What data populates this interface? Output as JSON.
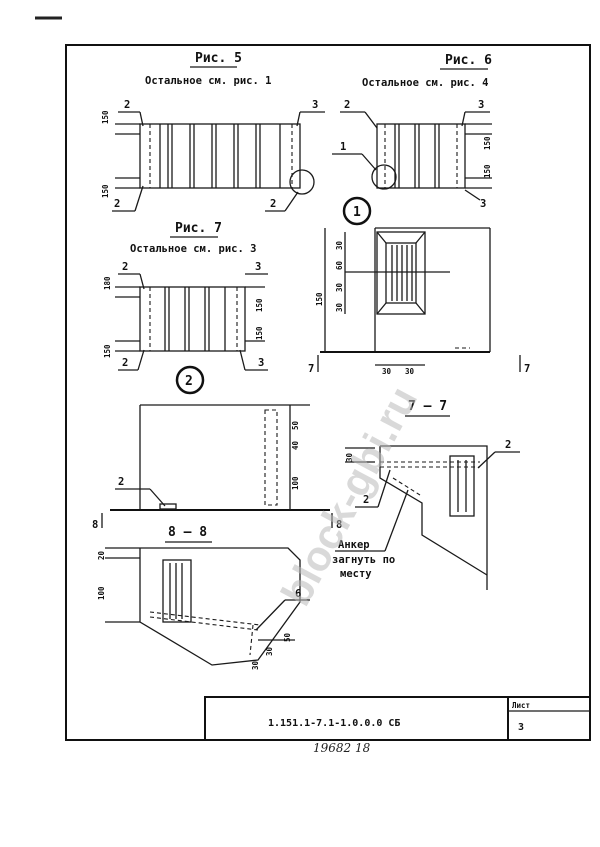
{
  "figures": {
    "fig5": {
      "title": "Рис. 5",
      "subtitle": "Остальное см. рис. 1",
      "dims": [
        "150",
        "150"
      ],
      "callouts": [
        "2",
        "3",
        "2",
        "2"
      ]
    },
    "fig6": {
      "title": "Рис. 6",
      "subtitle": "Остальное см. рис. 4",
      "dims": [
        "150",
        "150"
      ],
      "callouts": [
        "2",
        "3",
        "1",
        "3"
      ]
    },
    "fig7": {
      "title": "Рис. 7",
      "subtitle": "Остальное см. рис. 3",
      "dims": [
        "180",
        "150",
        "150",
        "150"
      ],
      "callouts": [
        "2",
        "3",
        "2",
        "3"
      ]
    }
  },
  "node1": {
    "label": "1",
    "dims": [
      "30",
      "60",
      "30",
      "30",
      "150",
      "30",
      "30"
    ],
    "section_mark": "7"
  },
  "node2": {
    "label": "2",
    "dims": [
      "50",
      "40",
      "100"
    ],
    "callout": "2",
    "section_mark": "8"
  },
  "section77": {
    "title": "7 – 7",
    "dim": "30",
    "callouts": [
      "2",
      "2"
    ],
    "note_title": "Анкер",
    "note_lines": [
      "загнуть по",
      "месту"
    ]
  },
  "section88": {
    "title": "8 – 8",
    "dims": [
      "20",
      "100",
      "30",
      "30",
      "50"
    ],
    "callout": "6"
  },
  "title_block": {
    "code": "1.151.1-7.1-1.0.0.0   СБ",
    "sheet_label": "Лист",
    "sheet_number": "3"
  },
  "handwritten": "19682  18",
  "watermark": "block-gbi.ru"
}
